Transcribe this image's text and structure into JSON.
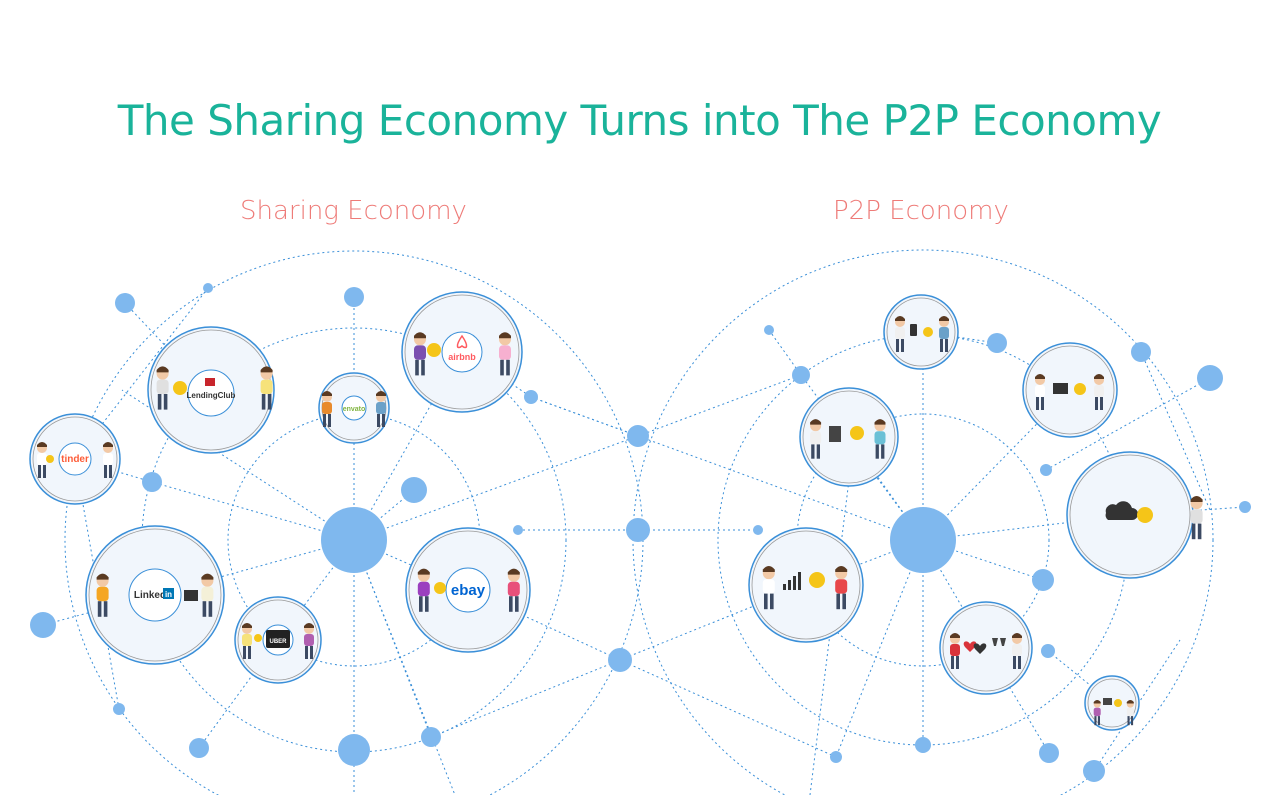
{
  "title": "The Sharing Economy Turns into The P2P Economy",
  "left_section": {
    "heading": "Sharing Economy"
  },
  "right_section": {
    "heading": "P2P Economy"
  },
  "brands": {
    "tinder": "tinder",
    "lendingclub": "LendingClub",
    "envato": "envato",
    "airbnb": "airbnb",
    "linkedin": "Linked",
    "linkedin_in": "in",
    "uber": "UBER",
    "ebay": "ebay"
  },
  "colors": {
    "title": "#1ab39a",
    "heading": "#ee7b78",
    "node": "#7fb8ee",
    "line": "#3a8fd8",
    "tinder": "#fd5c38",
    "lendingclub": "#c8252c",
    "airbnb": "#ff5a5f",
    "linkedin": "#0077b5",
    "ebay_e": "#e53238",
    "ebay_b": "#0064d2",
    "ebay_a": "#f5af02",
    "ebay_y": "#86b817"
  }
}
